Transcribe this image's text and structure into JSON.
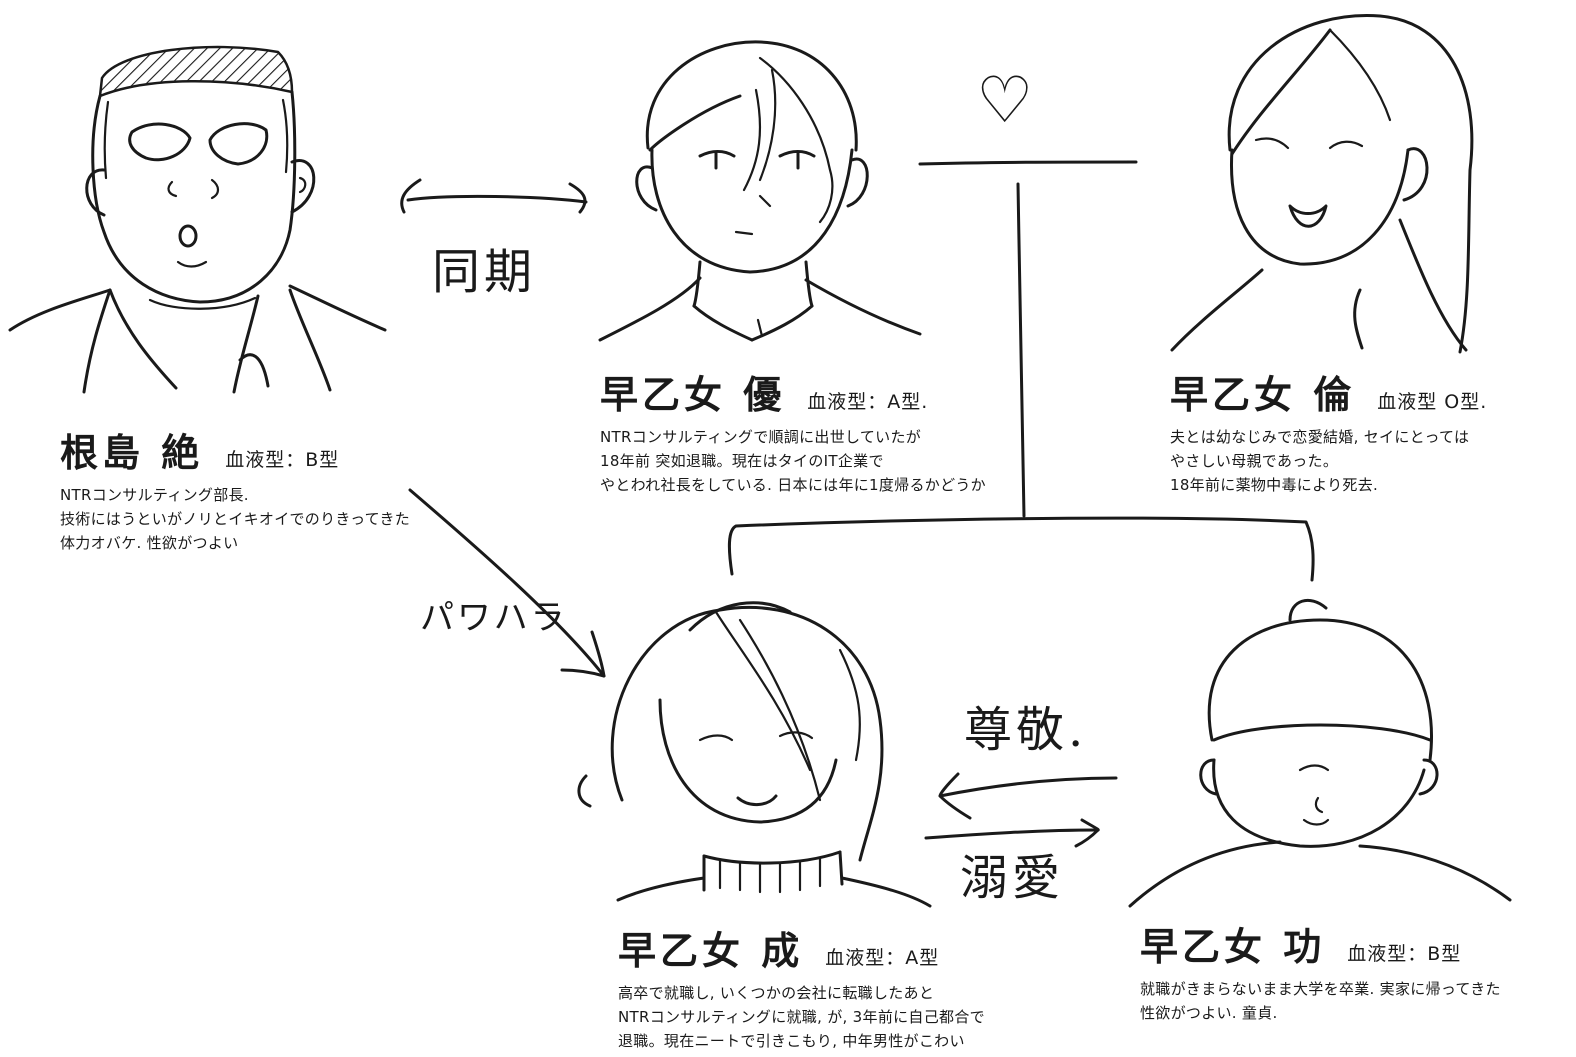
{
  "characters": {
    "nejima": {
      "name": "根島 絶",
      "blood": "血液型：B型",
      "desc": [
        "NTRコンサルティング部長.",
        "技術にはうといがノリとイキオイでのりきってきた",
        "体力オバケ. 性欲がつよい"
      ]
    },
    "yu": {
      "name": "早乙女 優",
      "blood": "血液型：A型.",
      "desc": [
        "NTRコンサルティングで順調に出世していたが",
        "18年前 突如退職。現在はタイのIT企業で",
        "やとわれ社長をしている. 日本には年に1度帰るかどうか"
      ]
    },
    "rin": {
      "name": "早乙女 倫",
      "blood": "血液型 O型.",
      "desc": [
        "夫とは幼なじみで恋愛結婚, セイにとっては",
        "やさしい母親であった。",
        "18年前に薬物中毒により死去."
      ]
    },
    "sei": {
      "name": "早乙女 成",
      "blood": "血液型：A型",
      "desc": [
        "高卒で就職し, いくつかの会社に転職したあと",
        "NTRコンサルティングに就職, が, 3年前に自己都合で",
        "退職。現在ニートで引きこもり, 中年男性がこわい"
      ]
    },
    "ko": {
      "name": "早乙女 功",
      "blood": "血液型：B型",
      "desc": [
        "就職がきまらないまま大学を卒業. 実家に帰ってきた",
        "性欲がつよい. 童貞."
      ]
    }
  },
  "relations": {
    "douki": "同期",
    "heart": "♡",
    "pawahara": "パワハラ",
    "sonkei": "尊敬.",
    "dekiai": "溺愛"
  }
}
